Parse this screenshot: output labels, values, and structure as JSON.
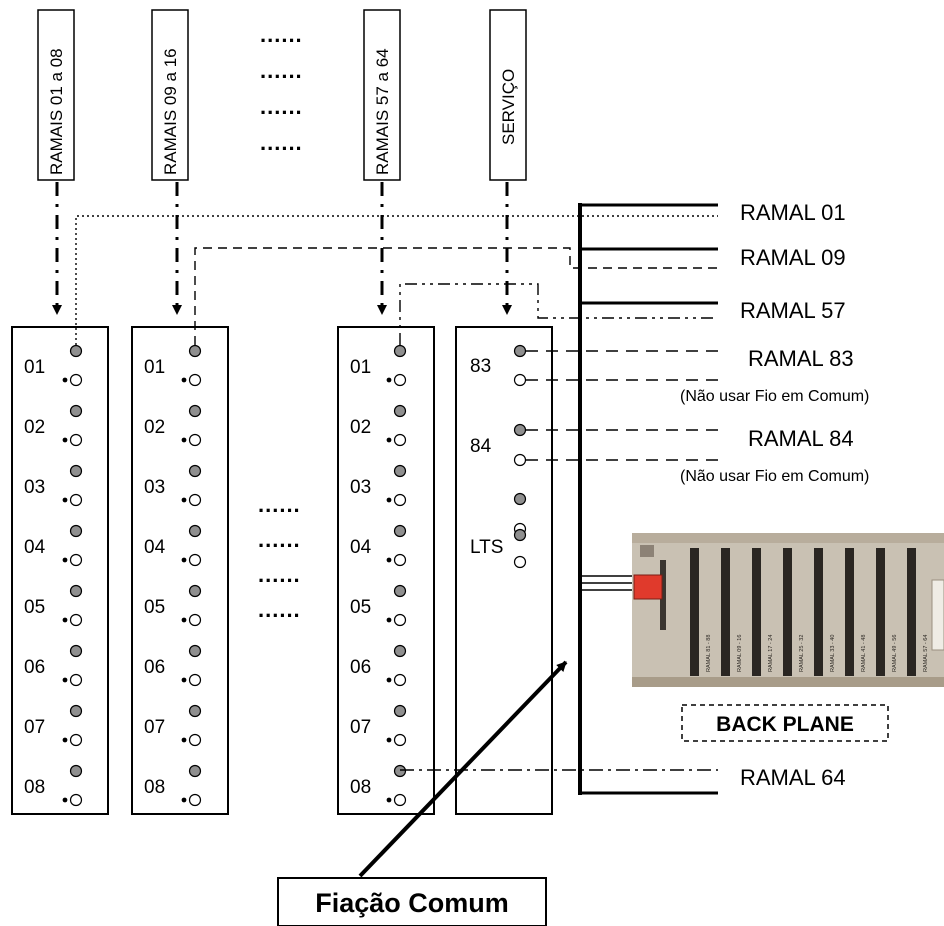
{
  "headers": [
    "RAMAIS 01 a 08",
    "RAMAIS 09 a 16",
    "RAMAIS 57 a 64",
    "SERVIÇO"
  ],
  "ellipsis": "......",
  "slot_labels": [
    "01",
    "02",
    "03",
    "04",
    "05",
    "06",
    "07",
    "08"
  ],
  "service_labels": [
    "83",
    "84",
    "LTS"
  ],
  "ramal_labels": {
    "r01": "RAMAL 01",
    "r09": "RAMAL 09",
    "r57": "RAMAL 57",
    "r83": "RAMAL 83",
    "r84": "RAMAL 84",
    "r64": "RAMAL 64"
  },
  "note": "(Não usar Fio em Comum)",
  "back_plane": {
    "label": "BACK PLANE",
    "slot_labels": [
      "RAMAL 81 - 88",
      "RAMAL 09 - 16",
      "RAMAL 17 - 24",
      "RAMAL 25 - 32",
      "RAMAL 33 - 40",
      "RAMAL 41 - 48",
      "RAMAL 49 - 56",
      "RAMAL 57 - 64"
    ]
  },
  "callout": "Fiação Comum",
  "colors": {
    "line": "#000000",
    "pin_filled": "#8f8f8f",
    "board": "#c9c1b3",
    "board_dark": "#8c8276",
    "connector": "#2a2622",
    "red_connector": "#e03a2c"
  }
}
